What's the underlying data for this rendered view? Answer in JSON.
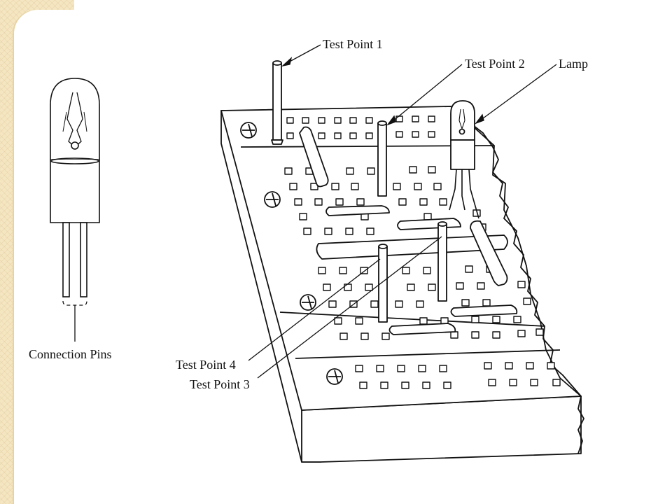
{
  "diagram": {
    "labels": {
      "test_point_1": "Test Point 1",
      "test_point_2": "Test Point 2",
      "lamp": "Lamp",
      "connection_pins": "Connection Pins",
      "test_point_4": "Test Point 4",
      "test_point_3": "Test Point 3"
    }
  },
  "theme": {
    "side_band_color": "#f5e6c2",
    "line_color": "#111111"
  }
}
